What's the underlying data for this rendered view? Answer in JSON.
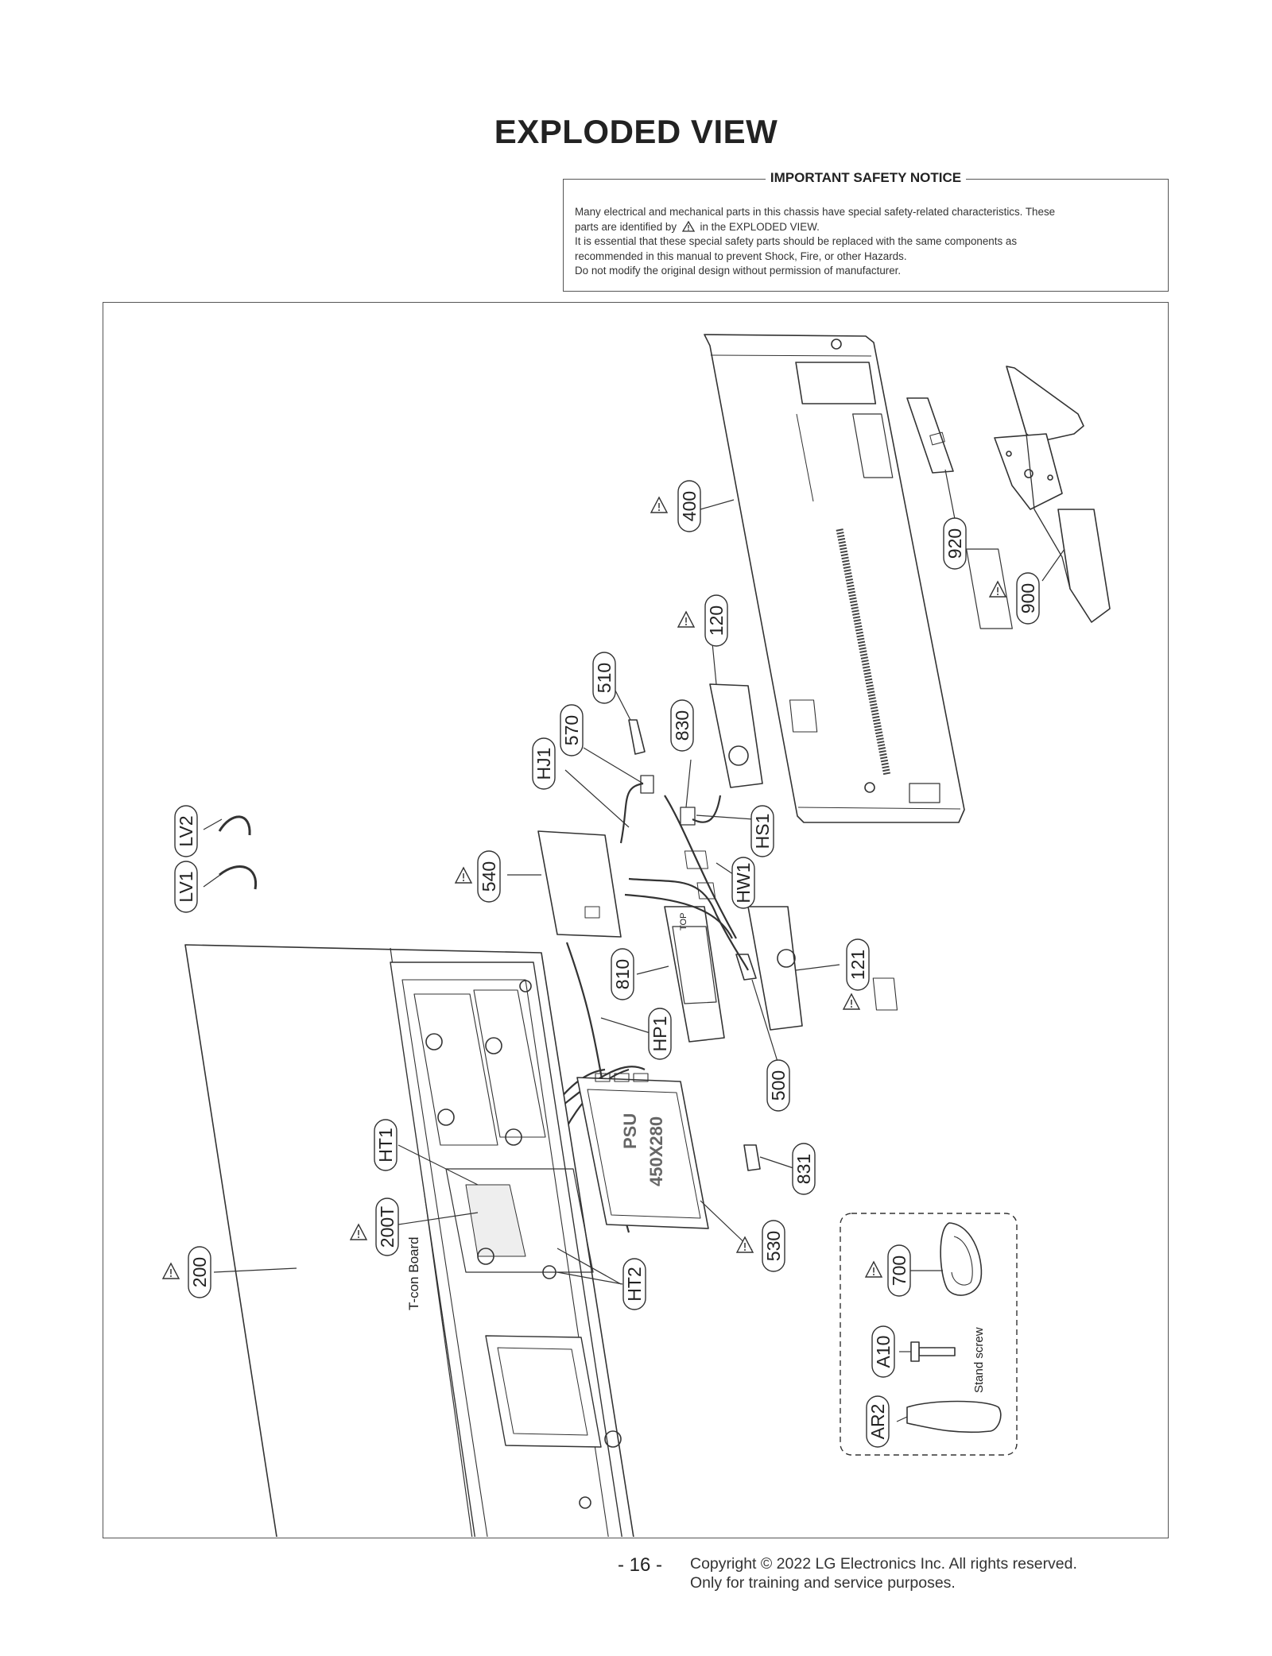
{
  "page": {
    "title": "EXPLODED VIEW"
  },
  "notice": {
    "title": "IMPORTANT SAFETY NOTICE",
    "line1": "Many electrical and mechanical parts in this chassis have special safety-related characteristics. These",
    "line2_a": "parts are identified by",
    "line2_b": "in the EXPLODED VIEW.",
    "line3": "It is essential that these special safety parts should be replaced with the same components as",
    "line4": "recommended in this manual to prevent Shock, Fire, or other Hazards.",
    "line5": "Do not modify the original design without permission of manufacturer."
  },
  "diagram": {
    "labels": {
      "p400": "400",
      "p920": "920",
      "p900": "900",
      "p120": "120",
      "p510": "510",
      "p570": "570",
      "p830": "830",
      "hj1": "HJ1",
      "hs1": "HS1",
      "lv2": "LV2",
      "lv1": "LV1",
      "p540": "540",
      "hw1": "HW1",
      "p121": "121",
      "p810": "810",
      "hp1": "HP1",
      "p500": "500",
      "ht1": "HT1",
      "p200t": "200T",
      "p200": "200",
      "ht2": "HT2",
      "p831": "831",
      "p530": "530",
      "p700": "700",
      "a10": "A10",
      "ar2": "AR2"
    },
    "annotations": {
      "tcon": "T-con Board",
      "psu": "PSU",
      "psu_size": "450X280",
      "stand_screw": "Stand screw",
      "top": "TOP"
    }
  },
  "footer": {
    "page_number": "- 16 -",
    "copyright": "Copyright © 2022 LG Electronics Inc. All rights reserved.",
    "purpose": "Only for training and service purposes."
  }
}
